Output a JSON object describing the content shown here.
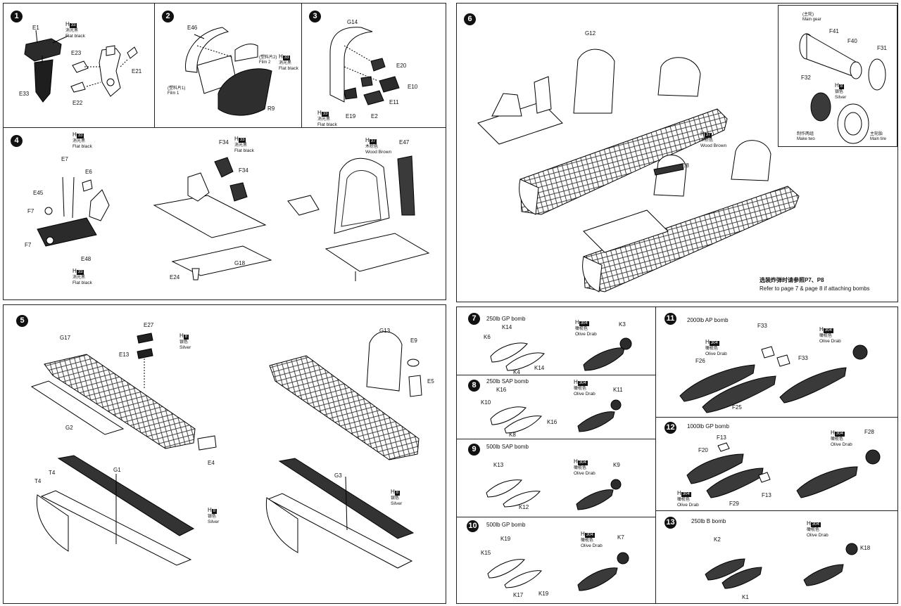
{
  "steps": {
    "s1": {
      "num": "1",
      "parts": [
        "E1",
        "E23",
        "E21",
        "E33",
        "E22"
      ],
      "paint": {
        "code": "33",
        "cn": "消光黑",
        "en": "Flat black"
      }
    },
    "s2": {
      "num": "2",
      "parts": [
        "E46",
        "R9"
      ],
      "film2": {
        "cn": "(塑料片2)",
        "en": "Film 2"
      },
      "film1": {
        "cn": "(塑料片1)",
        "en": "Film 1"
      },
      "paint": {
        "code": "33",
        "cn": "消光黑",
        "en": "Flat black"
      }
    },
    "s3": {
      "num": "3",
      "parts": [
        "G14",
        "E20",
        "E10",
        "E11",
        "E2",
        "E19"
      ],
      "paint": {
        "code": "33",
        "cn": "消光黑",
        "en": "Flat black"
      }
    },
    "s4": {
      "num": "4",
      "parts": [
        "E7",
        "E6",
        "E45",
        "F7",
        "F7",
        "E48",
        "F34",
        "F34",
        "E24",
        "G18",
        "E47"
      ],
      "paint1": {
        "code": "33",
        "cn": "消光黑",
        "en": "Flat black"
      },
      "paint2": {
        "code": "33",
        "cn": "消光黑",
        "en": "Flat black"
      },
      "paint3": {
        "code": "33",
        "cn": "消光黑",
        "en": "Flat black"
      },
      "paint4": {
        "code": "37",
        "cn": "木棕色",
        "en": "Wood Brown"
      }
    },
    "s5": {
      "num": "5",
      "parts": [
        "E27",
        "G17",
        "E13",
        "G2",
        "E4",
        "G13",
        "E9",
        "E5",
        "T4",
        "T4",
        "G1",
        "G3"
      ],
      "paint1": {
        "code": "8",
        "cn": "银色",
        "en": "Silver"
      },
      "paint2": {
        "code": "8",
        "cn": "银色",
        "en": "Silver"
      },
      "paint3": {
        "code": "8",
        "cn": "银色",
        "en": "Silver"
      }
    },
    "s6": {
      "num": "6",
      "parts": [
        "G12",
        "E8"
      ],
      "paint": {
        "code": "37",
        "cn": "木棕色",
        "en": "Wood Brown"
      },
      "note_cn": "选装炸弹时请参照P7、P8",
      "note_en": "Refer to page 7 & page 8 if attaching bombs",
      "gear": {
        "title_cn": "(主轮)",
        "title_en": "Main gear",
        "parts": [
          "F41",
          "F40",
          "F31",
          "F32"
        ],
        "paint": {
          "code": "8",
          "cn": "银色",
          "en": "Silver"
        },
        "make_cn": "制作两组",
        "make_en": "Make two",
        "tire_cn": "主轮胎",
        "tire_en": "Main tire"
      }
    },
    "s7": {
      "num": "7",
      "title": "250lb GP bomb",
      "parts": [
        "K14",
        "K6",
        "K14",
        "K4",
        "K3"
      ],
      "paint": {
        "code": "304",
        "cn": "橄榄色",
        "en": "Olive Drab"
      }
    },
    "s8": {
      "num": "8",
      "title": "250lb SAP bomb",
      "parts": [
        "K16",
        "K10",
        "K16",
        "K8",
        "K11"
      ],
      "paint": {
        "code": "304",
        "cn": "橄榄色",
        "en": "Olive Drab"
      }
    },
    "s9": {
      "num": "9",
      "title": "500lb SAP bomb",
      "parts": [
        "K13",
        "K12",
        "K9"
      ],
      "paint": {
        "code": "304",
        "cn": "橄榄色",
        "en": "Olive Drab"
      }
    },
    "s10": {
      "num": "10",
      "title": "500lb GP bomb",
      "parts": [
        "K19",
        "K15",
        "K17",
        "K19",
        "K7"
      ],
      "paint": {
        "code": "304",
        "cn": "橄榄色",
        "en": "Olive Drab"
      }
    },
    "s11": {
      "num": "11",
      "title": "2000lb AP bomb",
      "parts": [
        "F33",
        "F26",
        "F33",
        "F25"
      ],
      "paint1": {
        "code": "304",
        "cn": "橄榄色",
        "en": "Olive Drab"
      },
      "paint2": {
        "code": "304",
        "cn": "橄榄色",
        "en": "Olive Drab"
      }
    },
    "s12": {
      "num": "12",
      "title": "1000lb GP bomb",
      "parts": [
        "F13",
        "F20",
        "F29",
        "F13",
        "F28"
      ],
      "paint1": {
        "code": "304",
        "cn": "橄榄色",
        "en": "Olive Drab"
      },
      "paint2": {
        "code": "304",
        "cn": "橄榄色",
        "en": "Olive Drab"
      }
    },
    "s13": {
      "num": "13",
      "title": "250lb B bomb",
      "parts": [
        "K2",
        "K1",
        "K18"
      ],
      "paint": {
        "code": "304",
        "cn": "橄榄色",
        "en": "Olive Drab"
      }
    }
  },
  "colors": {
    "ink": "#111111",
    "paper": "#ffffff",
    "dark": "#2b2b2b",
    "mid": "#6a6a6a"
  }
}
